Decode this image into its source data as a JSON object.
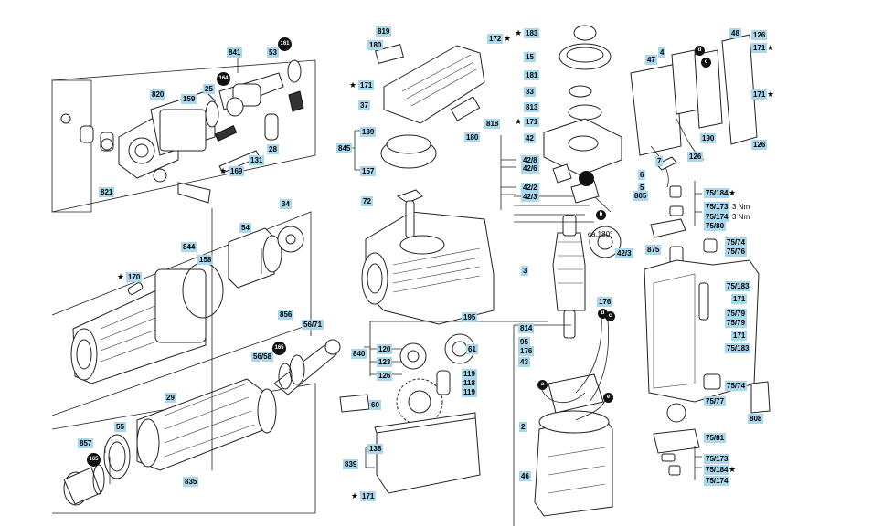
{
  "title": "",
  "labels": {
    "l819": "819",
    "l180a": "180",
    "l172": "172",
    "l171a": "171",
    "l37": "37",
    "l818": "818",
    "l180b": "180",
    "l845": "845",
    "l139": "139",
    "l157": "157",
    "l72": "72",
    "l195": "195",
    "l840": "840",
    "l120": "120",
    "l123": "123",
    "l126a": "126",
    "l61": "61",
    "l119a": "119",
    "l118": "118",
    "l119b": "119",
    "l60": "60",
    "l839": "839",
    "l138": "138",
    "l171b": "171",
    "l841": "841",
    "l53": "53",
    "l820": "820",
    "l159": "159",
    "l25": "25",
    "l169": "169",
    "l131": "131",
    "l28": "28",
    "l821": "821",
    "l34": "34",
    "l54": "54",
    "l844": "844",
    "l158": "158",
    "l170": "170",
    "l856": "856",
    "l56_71": "56/71",
    "l56_58": "56/58",
    "l29": "29",
    "l55": "55",
    "l857": "857",
    "l835": "835",
    "l183": "183",
    "l15": "15",
    "l181": "181",
    "l33": "33",
    "l813": "813",
    "l171c": "171",
    "l42": "42",
    "l42_8": "42/8",
    "l42_6": "42/6",
    "l42_2": "42/2",
    "l42_3": "42/3",
    "l42_3b": "42/3",
    "l3": "3",
    "l176a": "176",
    "l814": "814",
    "l95": "95",
    "l176b": "176",
    "l43": "43",
    "l2": "2",
    "l46": "46",
    "l48": "48",
    "l126b": "126",
    "l171d": "171",
    "l4": "4",
    "l47": "47",
    "l171e": "171",
    "l190": "190",
    "l126c": "126",
    "l126d": "126",
    "l7": "7",
    "l6": "6",
    "l5": "5",
    "l805": "805",
    "l75_184a": "75/184",
    "l75_173a": "75/173",
    "l75_174a": "75/174",
    "l75_80": "75/80",
    "l875": "875",
    "l75_74a": "75/74",
    "l75_76": "75/76",
    "l75_183a": "75/183",
    "l171f": "171",
    "l75_79a": "75/79",
    "l75_79b": "75/79",
    "l171g": "171",
    "l75_183b": "75/183",
    "l75_74b": "75/74",
    "l75_77": "75/77",
    "l808": "808",
    "l75_81": "75/81",
    "l75_173b": "75/173",
    "l75_184b": "75/184",
    "l75_174b": "75/174"
  },
  "texts": {
    "nm1": "3 Nm",
    "nm2": "3 Nm",
    "angle": "ca.180°"
  },
  "circles": {
    "c161": "161",
    "c164": "164",
    "c165a": "165",
    "c165b": "165",
    "ca": "a",
    "cb": "b",
    "cc": "c",
    "cd": "d",
    "ce": "e"
  },
  "colors": {
    "label_fill": "#a9d7ec",
    "marker_fill": "#111111",
    "line": "#222222"
  }
}
